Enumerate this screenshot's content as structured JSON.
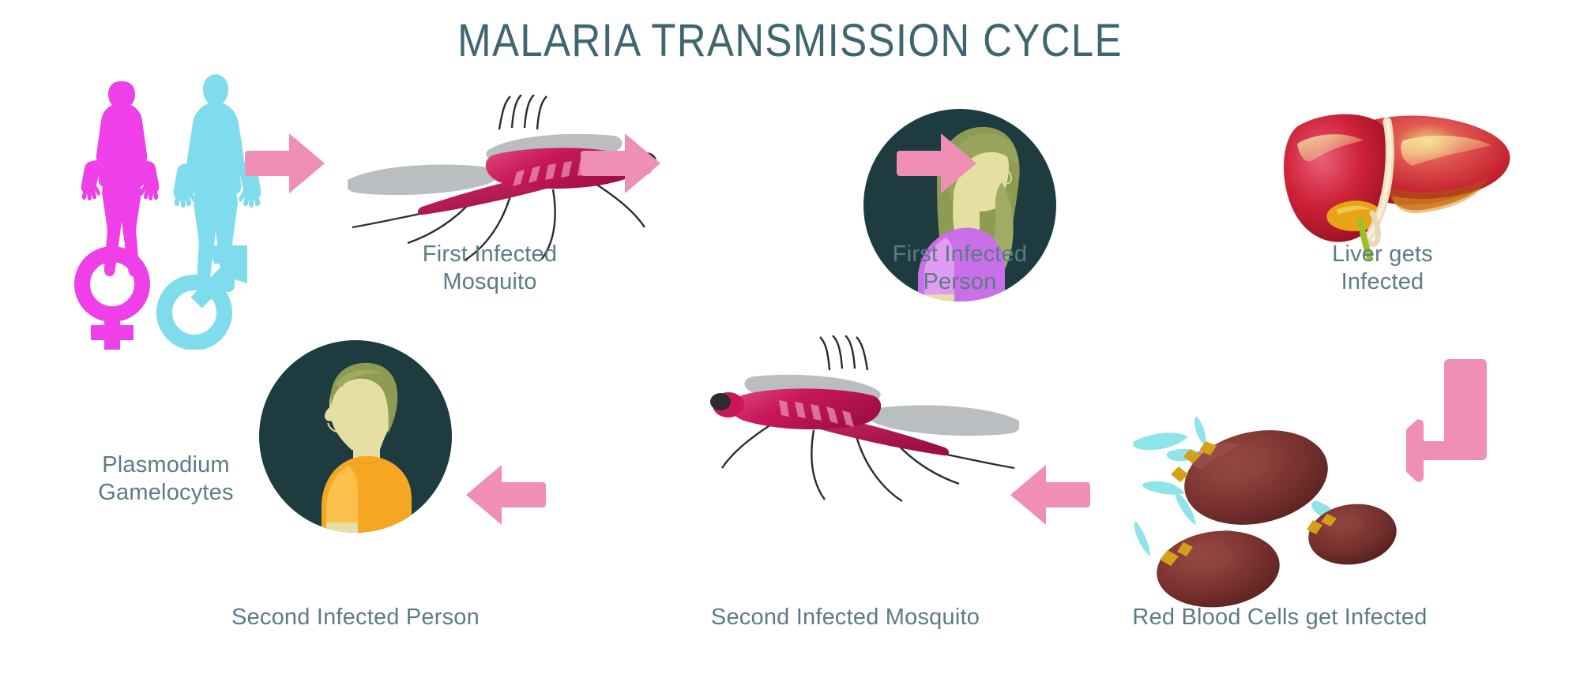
{
  "title": "MALARIA TRANSMISSION CYCLE",
  "theme": {
    "background": "#ffffff",
    "title_color": "#3F6670",
    "caption_color": "#5C7C85",
    "arrow_pink": "#F08FB5",
    "female_magenta": "#EE3FE8",
    "male_cyan": "#7FDCEC",
    "circle_dark_teal": "#1E3B40",
    "mosquito_crimson": "#C8175A",
    "mosquito_wing_gray": "#B4B9BC",
    "liver_red": "#C41F2E",
    "gallbladder_gold": "#E8A417",
    "rbc_maroon": "#7B3330",
    "parasite_cyan": "#8FE4E8",
    "shirt_violet": "#C96FE8",
    "shirt_orange": "#F5A623",
    "hair_olive": "#8E9B52",
    "skin_tan": "#E5DFA3"
  },
  "nodes": [
    {
      "id": "plasmodium-gamelocytes",
      "label": "Plasmodium\nGamelocytes",
      "icon": "human-silhouettes-gender-symbols",
      "step": 1
    },
    {
      "id": "first-infected-mosquito",
      "label": "First Infected\nMosquito",
      "icon": "mosquito-icon",
      "step": 2
    },
    {
      "id": "first-infected-person",
      "label": "First Infected\nPerson",
      "icon": "woman-profile-avatar",
      "step": 3
    },
    {
      "id": "liver-gets-infected",
      "label": "Liver gets\nInfected",
      "icon": "liver-icon",
      "step": 4
    },
    {
      "id": "red-blood-cells-get-infected",
      "label": "Red Blood Cells get Infected",
      "icon": "red-blood-cells-icon",
      "step": 5
    },
    {
      "id": "second-infected-mosquito",
      "label": "Second Infected Mosquito",
      "icon": "mosquito-icon",
      "step": 6
    },
    {
      "id": "second-infected-person",
      "label": "Second Infected Person",
      "icon": "man-profile-avatar",
      "step": 7
    }
  ],
  "arrows": [
    {
      "id": "arrow-1",
      "direction": "right",
      "from": "plasmodium-gamelocytes",
      "to": "first-infected-mosquito"
    },
    {
      "id": "arrow-2",
      "direction": "right",
      "from": "first-infected-mosquito",
      "to": "first-infected-person"
    },
    {
      "id": "arrow-3",
      "direction": "right",
      "from": "first-infected-person",
      "to": "liver-gets-infected"
    },
    {
      "id": "arrow-4",
      "direction": "down-then-left",
      "from": "liver-gets-infected",
      "to": "red-blood-cells-get-infected"
    },
    {
      "id": "arrow-5",
      "direction": "left",
      "from": "red-blood-cells-get-infected",
      "to": "second-infected-mosquito"
    },
    {
      "id": "arrow-6",
      "direction": "left",
      "from": "second-infected-mosquito",
      "to": "second-infected-person"
    }
  ]
}
